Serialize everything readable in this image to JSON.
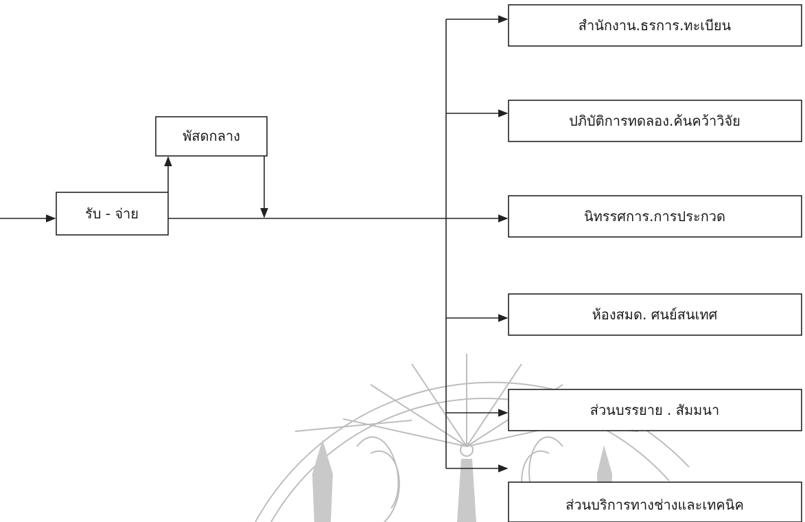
{
  "diagram": {
    "nodes": {
      "receive_dispatch": "รับ - จ่าย",
      "central_supplies": "พัสดกลาง",
      "registry_office": "สำนักงาน.ธรการ.ทะเบียน",
      "research_lab": "ปภิบัติการทดลอง.ค้นคว้าวิจัย",
      "exhibition": "นิทรรศการ.การประกวด",
      "library": "ห้องสมด. ศนย์สนเทศ",
      "lecture_seminar": "ส่วนบรรยาย . สัมมนา",
      "tech_services": "ส่วนบริการทางช่างและเทคนิค"
    }
  },
  "colors": {
    "line": "#222222",
    "watermark": "#bdbdbd"
  }
}
